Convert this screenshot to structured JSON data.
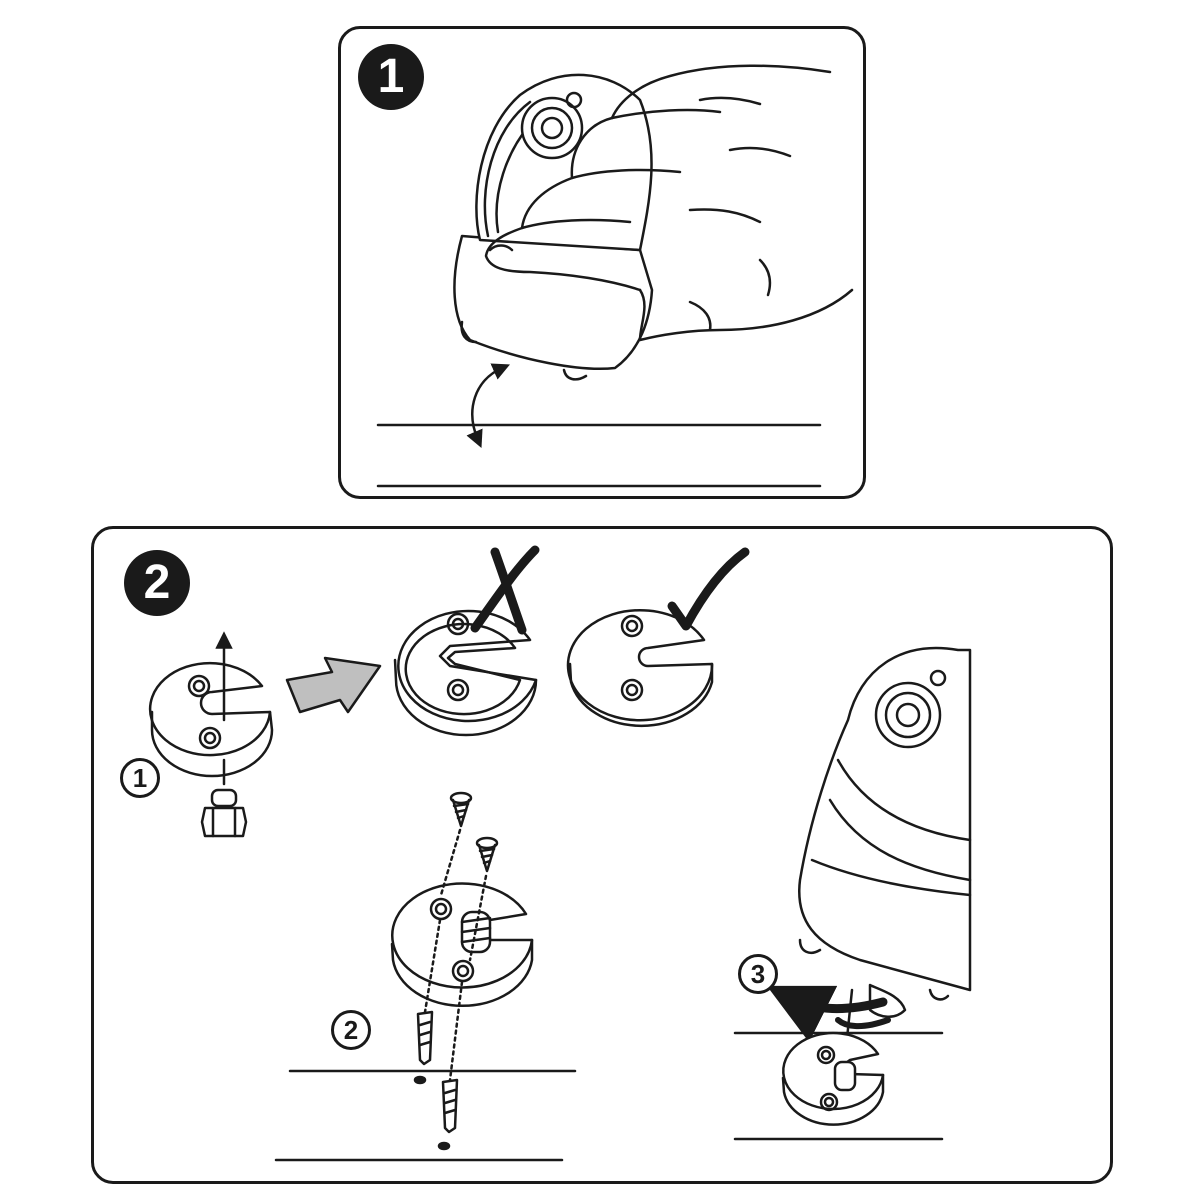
{
  "steps": {
    "main": [
      {
        "number": "1"
      },
      {
        "number": "2"
      }
    ],
    "sub": [
      {
        "number": "1"
      },
      {
        "number": "2"
      },
      {
        "number": "3"
      }
    ]
  },
  "icons": {
    "wrong": "cross-mark-icon",
    "correct": "check-mark-icon",
    "direction": "arrow-right-icon"
  },
  "colors": {
    "line": "#1a1a1a",
    "arrow_fill": "#bfbfbf",
    "surface": "#ffffff"
  }
}
